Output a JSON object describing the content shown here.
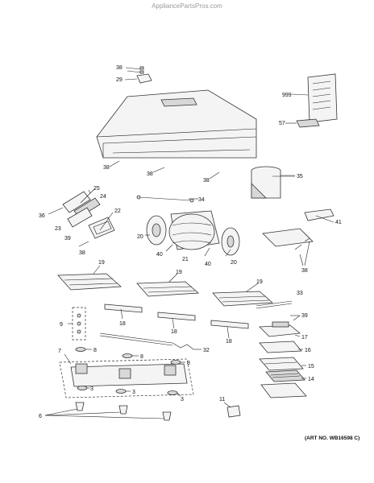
{
  "watermark": "AppliancePartsPros.com",
  "art_number": "(ART NO. WB16598 C)",
  "callouts": {
    "c38a": "38",
    "c29": "29",
    "c999": "999",
    "c57": "57",
    "c38b": "38",
    "c38c": "38",
    "c38d": "38",
    "c35": "35",
    "c25": "25",
    "c24": "24",
    "c34": "34",
    "c36": "36",
    "c22": "22",
    "c23": "23",
    "c39a": "39",
    "c38e": "38",
    "c20a": "20",
    "c40a": "40",
    "c21": "21",
    "c40b": "40",
    "c20b": "20",
    "c41": "41",
    "c38f": "38",
    "c19a": "19",
    "c19b": "19",
    "c19c": "19",
    "c33": "33",
    "c9": "9",
    "c18a": "18",
    "c18b": "18",
    "c18c": "18",
    "c39b": "39",
    "c17": "17",
    "c16": "16",
    "c15": "15",
    "c14": "14",
    "c8a": "8",
    "c7": "7",
    "c8b": "8",
    "c8c": "8",
    "c32": "32",
    "c3a": "3",
    "c3b": "3",
    "c3c": "3",
    "c6": "6",
    "c11": "11"
  }
}
